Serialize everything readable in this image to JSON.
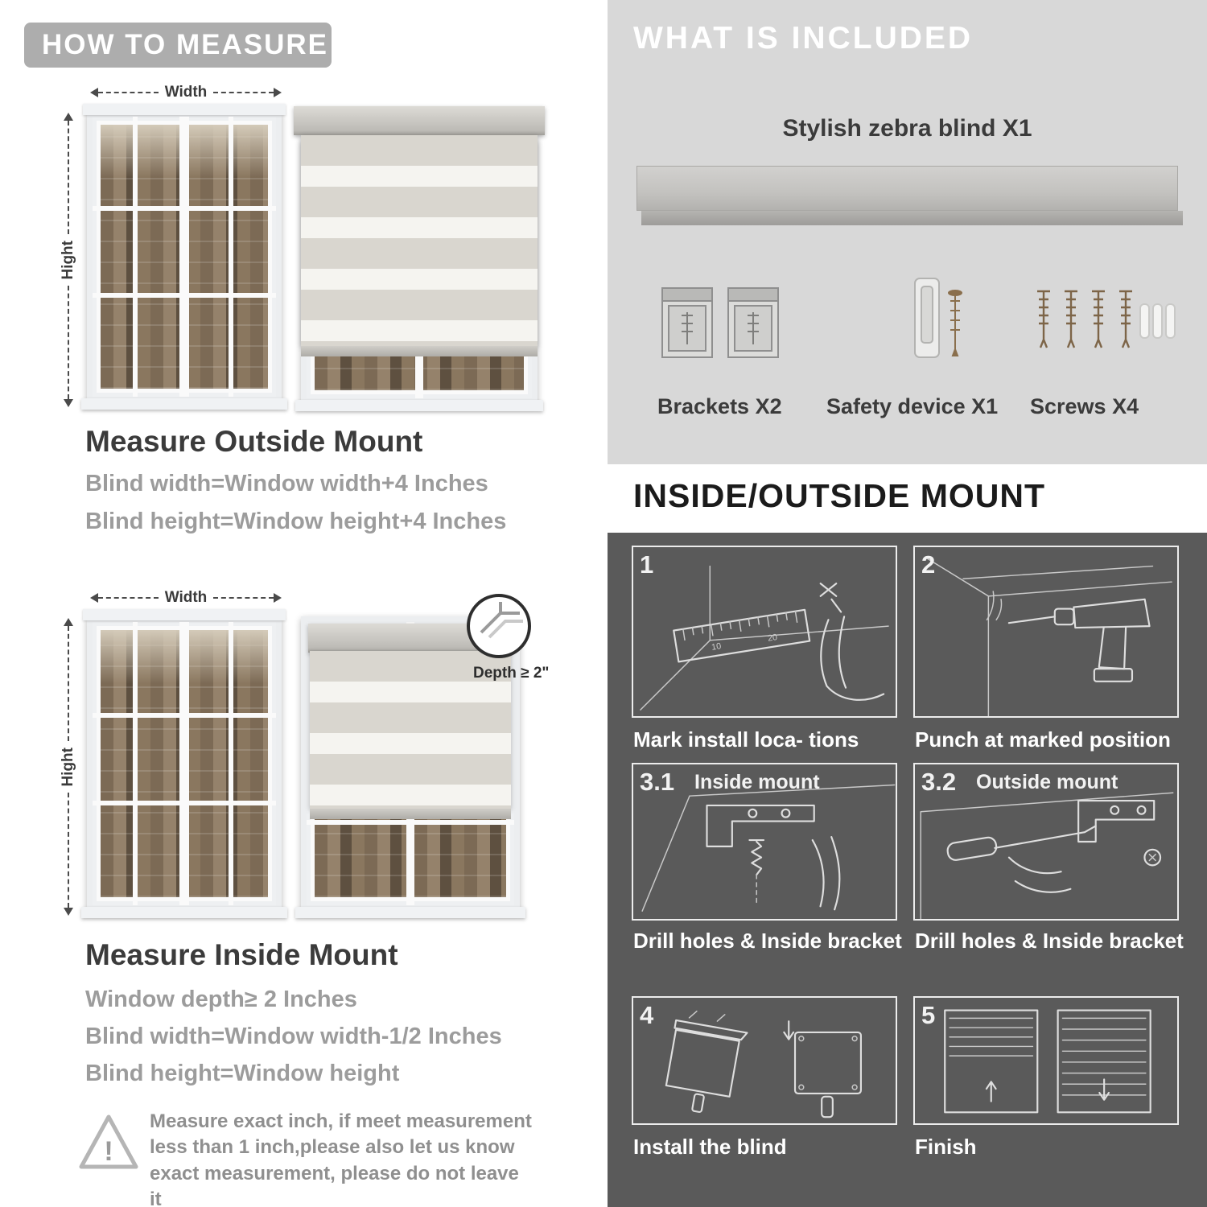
{
  "colors": {
    "pill_gray": "#adadad",
    "panel_light": "#d8d8d8",
    "panel_dark": "#5a5a5a",
    "heading_dark": "#3b3b3b",
    "text_gray": "#9c9c9c"
  },
  "left": {
    "header": "HOW TO MEASURE",
    "outside": {
      "width_label": "Width",
      "height_label": "Hight",
      "title": "Measure Outside Mount",
      "line1": "Blind width=Window width+4 Inches",
      "line2": "Blind height=Window height+4 Inches"
    },
    "inside": {
      "width_label": "Width",
      "height_label": "Hight",
      "depth_label": "Depth ≥ 2\"",
      "title": "Measure Inside Mount",
      "line1": "Window depth≥ 2 Inches",
      "line2": "Blind width=Window width-1/2 Inches",
      "line3": "Blind height=Window height"
    },
    "note": {
      "icon": "!",
      "text": "Measure exact inch, if meet measurement less than 1 inch,please also let us know exact measurement, please do not leave it"
    }
  },
  "right": {
    "included": {
      "header": "WHAT IS INCLUDED",
      "blind_label": "Stylish zebra blind X1",
      "items": [
        {
          "label": "Brackets X2"
        },
        {
          "label": "Safety device X1"
        },
        {
          "label": "Screws X4"
        }
      ]
    },
    "mount": {
      "title": "INSIDE/OUTSIDE MOUNT",
      "steps": [
        {
          "num": "1",
          "label": "",
          "caption": "Mark install loca- tions"
        },
        {
          "num": "2",
          "label": "",
          "caption": "Punch at  marked position"
        },
        {
          "num": "3.1",
          "label": "Inside mount",
          "caption": "Drill holes &  Inside bracket"
        },
        {
          "num": "3.2",
          "label": "Outside mount",
          "caption": "Drill holes &  Inside bracket"
        },
        {
          "num": "4",
          "label": "",
          "caption": "Install the blind"
        },
        {
          "num": "5",
          "label": "",
          "caption": "Finish"
        }
      ]
    }
  }
}
